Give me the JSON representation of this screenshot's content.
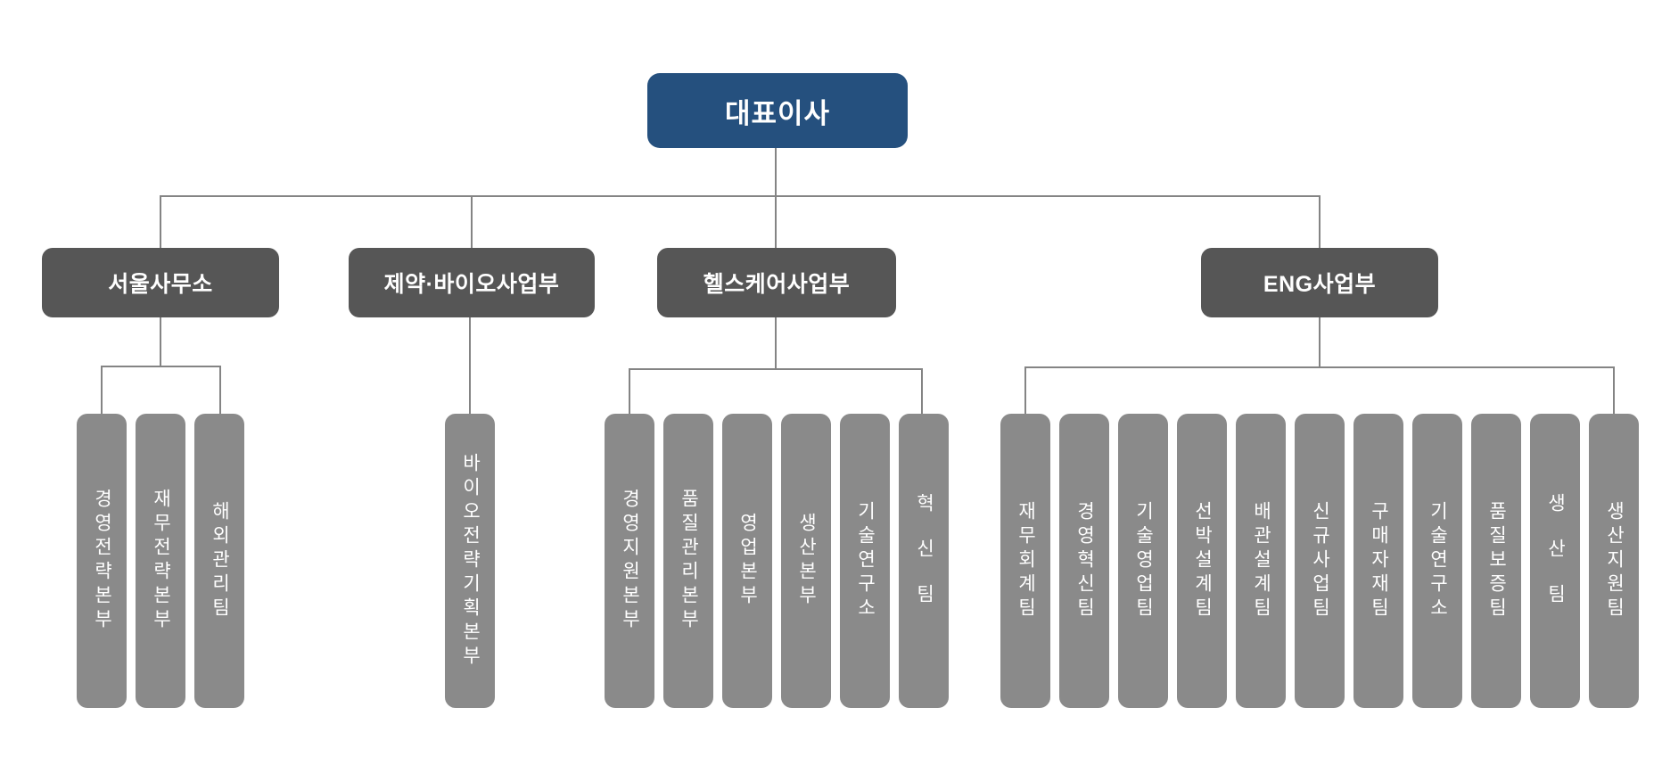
{
  "page": {
    "background": "#FFFFFF"
  },
  "org_chart": {
    "type": "organization-chart",
    "text_color": "#FFFFFF",
    "line_color": "#848484",
    "root": {
      "label": "대표이사",
      "color": "#25507E"
    },
    "division_color": "#565656",
    "department_color": "#8A8A8A",
    "divisions": [
      {
        "label": "서울사무소",
        "children": [
          "경영전략본부",
          "재무전략본부",
          "해외관리팀"
        ]
      },
      {
        "label": "제약·바이오사업부",
        "children": [
          "바이오전략기획본부"
        ]
      },
      {
        "label": "헬스케어사업부",
        "children": [
          "경영지원본부",
          "품질관리본부",
          "영업본부",
          "생산본부",
          "기술연구소",
          "혁신팀"
        ]
      },
      {
        "label": "ENG사업부",
        "children": [
          "재무회계팀",
          "경영혁신팀",
          "기술영업팀",
          "선박설계팀",
          "배관설계팀",
          "신규사업팀",
          "구매자재팀",
          "기술연구소",
          "품질보증팀",
          "생산팀",
          "생산지원팀"
        ]
      }
    ]
  }
}
